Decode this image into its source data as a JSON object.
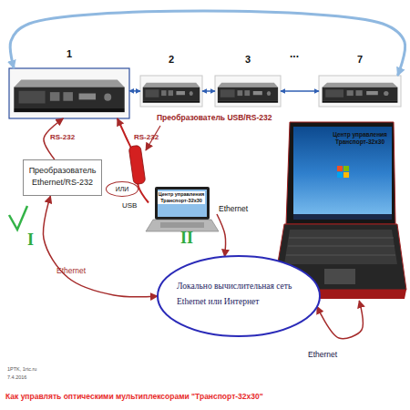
{
  "diagram": {
    "caption": "Как управлять оптическими мультиплексорами \"Транспорт-32x30\"",
    "nodes": [
      {
        "text": [
          "1"
        ]
      },
      {
        "text": [
          "2"
        ]
      },
      {
        "text": [
          "3"
        ]
      },
      {
        "text": [
          "7"
        ]
      },
      {
        "text": [
          "Преобразователь Ethernet/RS-232"
        ]
      },
      {
        "text": [
          "ИЛИ"
        ]
      },
      {
        "text": [
          "Центр управления Транспорт-32x30"
        ]
      },
      {
        "text": [
          "Центр управления Транспорт-32x30"
        ]
      },
      {
        "text": [
          "Локально вычислительная сеть Ethernet или Интернет"
        ]
      }
    ],
    "edges": [
      {
        "from": 0,
        "to": 1,
        "arrow": "both"
      },
      {
        "from": 1,
        "to": 2,
        "arrow": "both"
      },
      {
        "from": 2,
        "to": 3,
        "arrow": "both"
      },
      {
        "from": 0,
        "to": 3,
        "arrow": "both"
      },
      {
        "from": 4,
        "to": 0,
        "label": "RS-232",
        "arrow": "to"
      },
      {
        "from": 6,
        "to": 0,
        "label": "RS-232",
        "arrow": "to"
      },
      {
        "from": 4,
        "to": 8,
        "label": "Ethernet",
        "arrow": "both"
      },
      {
        "from": 6,
        "to": 8,
        "label": "Ethernet",
        "arrow": "to"
      },
      {
        "from": 7,
        "to": 8,
        "label": "Ethernet",
        "arrow": "both"
      }
    ],
    "labels": [
      "...",
      "Преобразователь USB/RS-232",
      "USB",
      "I",
      "II",
      "1PTK, 1rtc.ru",
      "7.4.2016"
    ]
  }
}
